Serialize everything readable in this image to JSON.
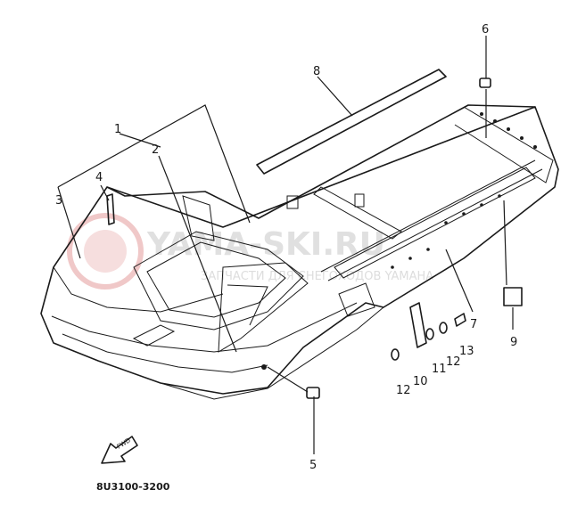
{
  "diagram": {
    "drawing_code": "8U3100-3200",
    "front_arrow_label": "FWD",
    "watermark": {
      "main": "YAMA-SKI.RU",
      "sub": "ЗАПЧАСТИ ДЛЯ СНЕГОХОДОВ YAMAHA"
    },
    "callouts": {
      "c1": "1",
      "c2": "2",
      "c3": "3",
      "c4": "4",
      "c5": "5",
      "c6": "6",
      "c7": "7",
      "c8": "8",
      "c9": "9",
      "c10": "10",
      "c11": "11",
      "c12a": "12",
      "c12b": "12",
      "c13": "13"
    }
  }
}
